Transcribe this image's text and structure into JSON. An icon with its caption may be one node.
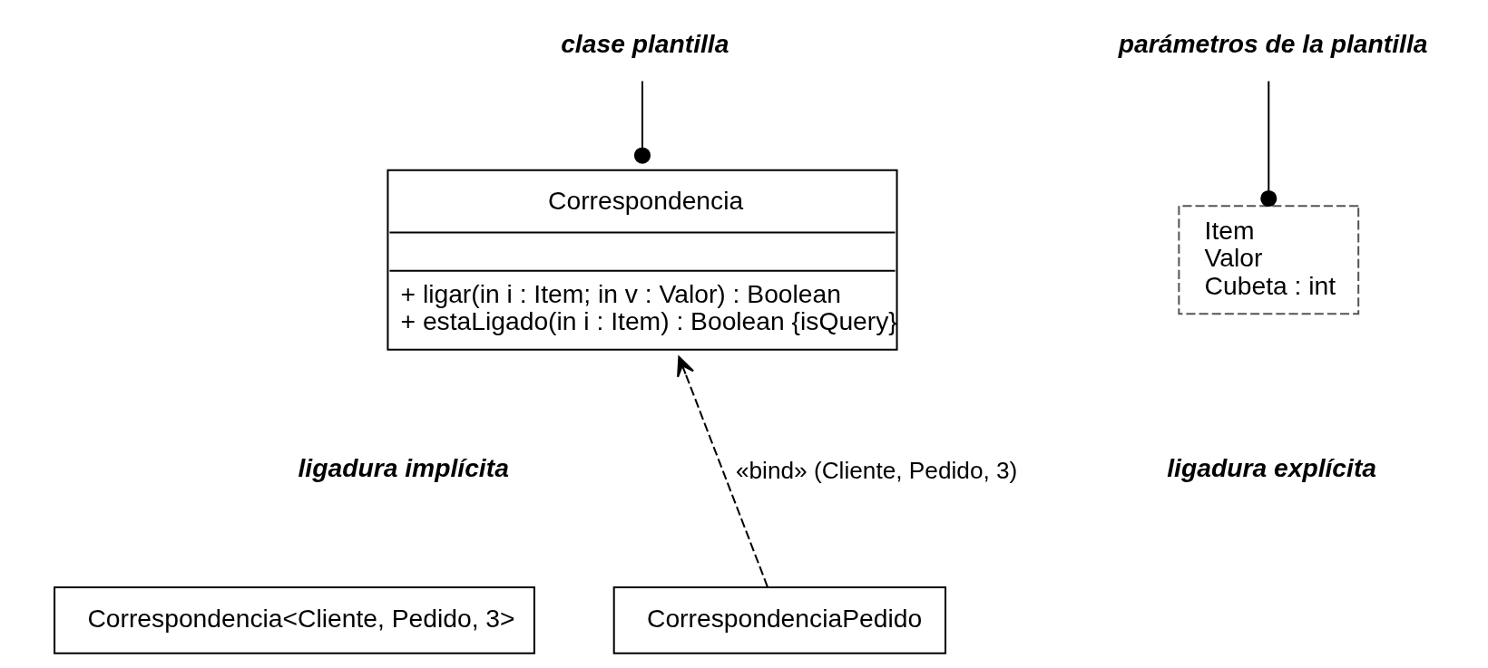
{
  "diagram": {
    "nodes": [
      {
        "text": [
          "Correspondencia",
          "+ ligar(in i : Item; in v : Valor) : Boolean",
          "+ estaLigado(in i : Item) : Boolean {isQuery}"
        ]
      },
      {
        "text": [
          "Item",
          "Valor",
          "Cubeta : int"
        ]
      },
      {
        "text": [
          "clase plantilla"
        ]
      },
      {
        "text": [
          "parámetros de la plantilla"
        ]
      },
      {
        "text": [
          "Correspondencia<Cliente, Pedido, 3>"
        ]
      },
      {
        "text": [
          "CorrespondenciaPedido"
        ]
      }
    ],
    "edges": [
      {
        "from": 2,
        "to": 0,
        "arrow": "other"
      },
      {
        "from": 3,
        "to": 1,
        "arrow": "other"
      },
      {
        "from": 5,
        "to": 0,
        "arrow": "to",
        "label": "«bind» (Cliente, Pedido, 3)",
        "style": "dashed"
      }
    ],
    "labels": [
      "ligadura implícita",
      "ligadura explícita"
    ]
  }
}
